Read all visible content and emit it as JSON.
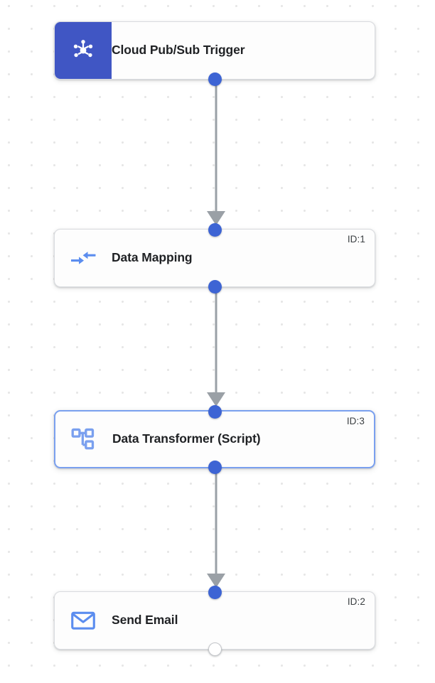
{
  "canvas": {
    "grid": "dot-grid",
    "background_color": "#ffffff",
    "dot_color": "#e6e6e6"
  },
  "theme": {
    "accent_blue": "#3d64d4",
    "trigger_panel_blue": "#4056c4",
    "icon_blue": "#5b8def",
    "edge_gray": "#9aa0a6",
    "selected_border": "#7aa0ef",
    "title_color": "#1f2124",
    "id_color": "#3c4043"
  },
  "workflow": {
    "nodes": [
      {
        "title": "Cloud Pub/Sub Trigger",
        "icon": "pubsub-hub-icon",
        "id_label": "",
        "type": "trigger",
        "selected": false,
        "has_input_port": false,
        "has_output_port": true,
        "output_port_style": "filled"
      },
      {
        "title": "Data Mapping",
        "icon": "merge-arrows-icon",
        "id_label": "ID:1",
        "type": "action",
        "selected": false,
        "has_input_port": true,
        "has_output_port": true,
        "output_port_style": "filled"
      },
      {
        "title": "Data Transformer (Script)",
        "icon": "schema-hierarchy-icon",
        "id_label": "ID:3",
        "type": "action",
        "selected": true,
        "has_input_port": true,
        "has_output_port": true,
        "output_port_style": "filled"
      },
      {
        "title": "Send Email",
        "icon": "envelope-icon",
        "id_label": "ID:2",
        "type": "action",
        "selected": false,
        "has_input_port": true,
        "has_output_port": true,
        "output_port_style": "open"
      }
    ],
    "edges": [
      {
        "from": "Cloud Pub/Sub Trigger",
        "to": "Data Mapping"
      },
      {
        "from": "Data Mapping",
        "to": "Data Transformer (Script)"
      },
      {
        "from": "Data Transformer (Script)",
        "to": "Send Email"
      }
    ]
  }
}
